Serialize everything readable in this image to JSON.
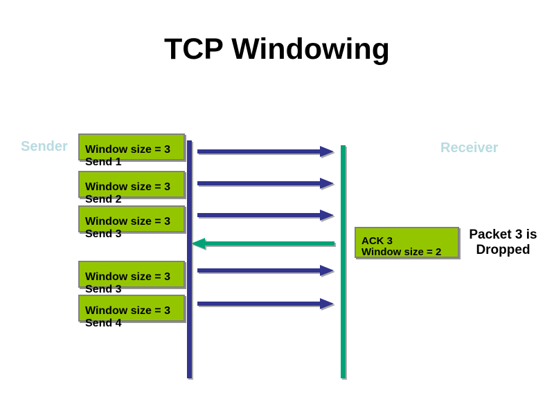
{
  "slide": {
    "title": "TCP Windowing",
    "sender_label": "Sender",
    "receiver_label": "Receiver",
    "dropped_note": {
      "line1": "Packet 3 is",
      "line2": "Dropped"
    }
  },
  "send_boxes": [
    {
      "window": "Window size = 3",
      "send": "Send 1"
    },
    {
      "window": "Window size = 3",
      "send": "Send 2"
    },
    {
      "window": "Window size = 3",
      "send": "Send 3"
    },
    {
      "window": "Window size = 3",
      "send": "Send 3"
    },
    {
      "window": "Window size = 3",
      "send": "Send 4"
    }
  ],
  "ack_box": {
    "line1": "ACK 3",
    "line2": "Window size = 2"
  },
  "colors": {
    "box_green": "#94c600",
    "arrow_blue": "#32348e",
    "arrow_teal": "#00a377",
    "label_blue": "#b8dbe0",
    "border_gray": "#7f7f7f"
  }
}
